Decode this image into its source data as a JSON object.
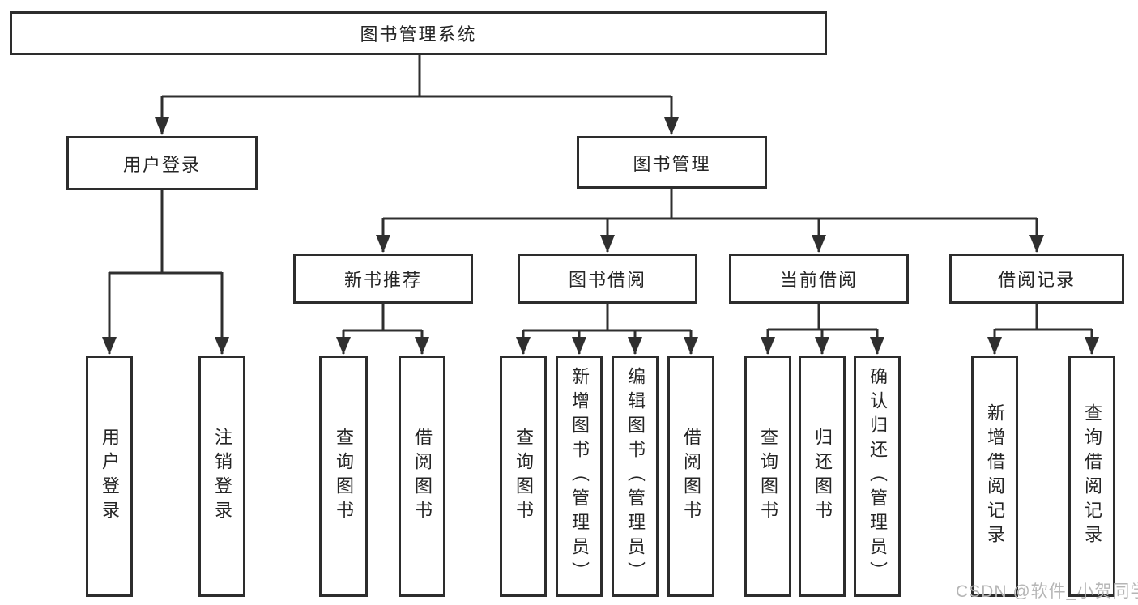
{
  "diagram": {
    "type": "org-tree",
    "colors": {
      "line": "#2f2f2f",
      "box_border": "#2d2d2d",
      "box_fill": "#ffffff",
      "text": "#252525",
      "watermark": "#b5b5b5",
      "background": "#ffffff"
    },
    "tree": {
      "root": {
        "label": "图书管理系统",
        "children": [
          {
            "label": "用户登录",
            "children": [
              {
                "label": "用户登录"
              },
              {
                "label": "注销登录"
              }
            ]
          },
          {
            "label": "图书管理",
            "children": [
              {
                "label": "新书推荐",
                "children": [
                  {
                    "label": "查询图书"
                  },
                  {
                    "label": "借阅图书"
                  }
                ]
              },
              {
                "label": "图书借阅",
                "children": [
                  {
                    "label": "查询图书"
                  },
                  {
                    "label": "新增图书（管理员）"
                  },
                  {
                    "label": "编辑图书（管理员）"
                  },
                  {
                    "label": "借阅图书"
                  }
                ]
              },
              {
                "label": "当前借阅",
                "children": [
                  {
                    "label": "查询图书"
                  },
                  {
                    "label": "归还图书"
                  },
                  {
                    "label": "确认归还（管理员）"
                  }
                ]
              },
              {
                "label": "借阅记录",
                "children": [
                  {
                    "label": "新增借阅记录"
                  },
                  {
                    "label": "查询借阅记录"
                  }
                ]
              }
            ]
          }
        ]
      }
    },
    "watermark": "CSDN @软件_小贺同学"
  }
}
